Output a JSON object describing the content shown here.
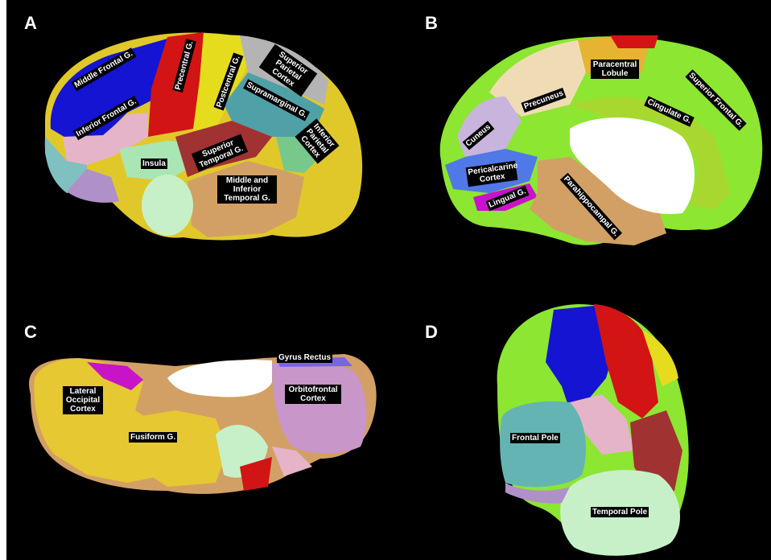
{
  "panels": {
    "A": {
      "letter": "A",
      "labels": {
        "middle_frontal": "Middle Frontal G.",
        "precentral": "Precentral G.",
        "postcentral": "Postcentral G.",
        "superior_parietal": "Superior Parietal Cortex",
        "inferior_frontal": "Inferior Frontal G.",
        "supramarginal": "Supramarginal G.",
        "insula": "Insula",
        "superior_temporal": "Superior Temporal G.",
        "inferior_parietal": "Inferior Parietal Cortex",
        "middle_inferior_temporal": "Middle and Inferior Temporal G."
      }
    },
    "B": {
      "letter": "B",
      "labels": {
        "paracentral": "Paracentral Lobule",
        "superior_frontal": "Superior Frontal G.",
        "precuneus": "Precuneus",
        "cingulate": "Cingulate G.",
        "cuneus": "Cuneus",
        "pericalcarine": "Pericalcarine Cortex",
        "lingual": "Lingual G.",
        "parahippocampal": "Parahippocampal G."
      }
    },
    "C": {
      "letter": "C",
      "labels": {
        "gyrus_rectus": "Gyrus Rectus",
        "lateral_occipital": "Lateral Occipital Cortex",
        "orbitofrontal": "Orbitofrontal Cortex",
        "fusiform": "Fusiform G."
      }
    },
    "D": {
      "letter": "D",
      "labels": {
        "frontal_pole": "Frontal Pole",
        "temporal_pole": "Temporal Pole"
      }
    }
  },
  "colors": {
    "background": "#000000",
    "middle_frontal": "#1414d2",
    "precentral": "#d21414",
    "postcentral": "#e6dc1e",
    "superior_parietal": "#b4b4b4",
    "supramarginal": "#50a0a8",
    "inferior_frontal": "#e6b4c8",
    "insula": "#aae6b4",
    "superior_temporal": "#a03232",
    "middle_inferior_temporal": "#d2a064",
    "inferior_parietal": "#78c88c",
    "frontal_pole": "#64b4b4",
    "temporal_pole": "#c8f0c8",
    "superior_frontal": "#8ce632",
    "paracentral": "#e6b432",
    "precuneus": "#f0dcb4",
    "cuneus": "#c8b4dc",
    "pericalcarine": "#5078e6",
    "lingual": "#c814c8",
    "parahippocampal": "#d2a064",
    "medial_wall": "#ffffff",
    "fusiform": "#e6c832",
    "orbitofrontal": "#c896c8",
    "gyrus_rectus": "#7864e6",
    "label_bg": "#000000",
    "label_text": "#ffffff"
  }
}
